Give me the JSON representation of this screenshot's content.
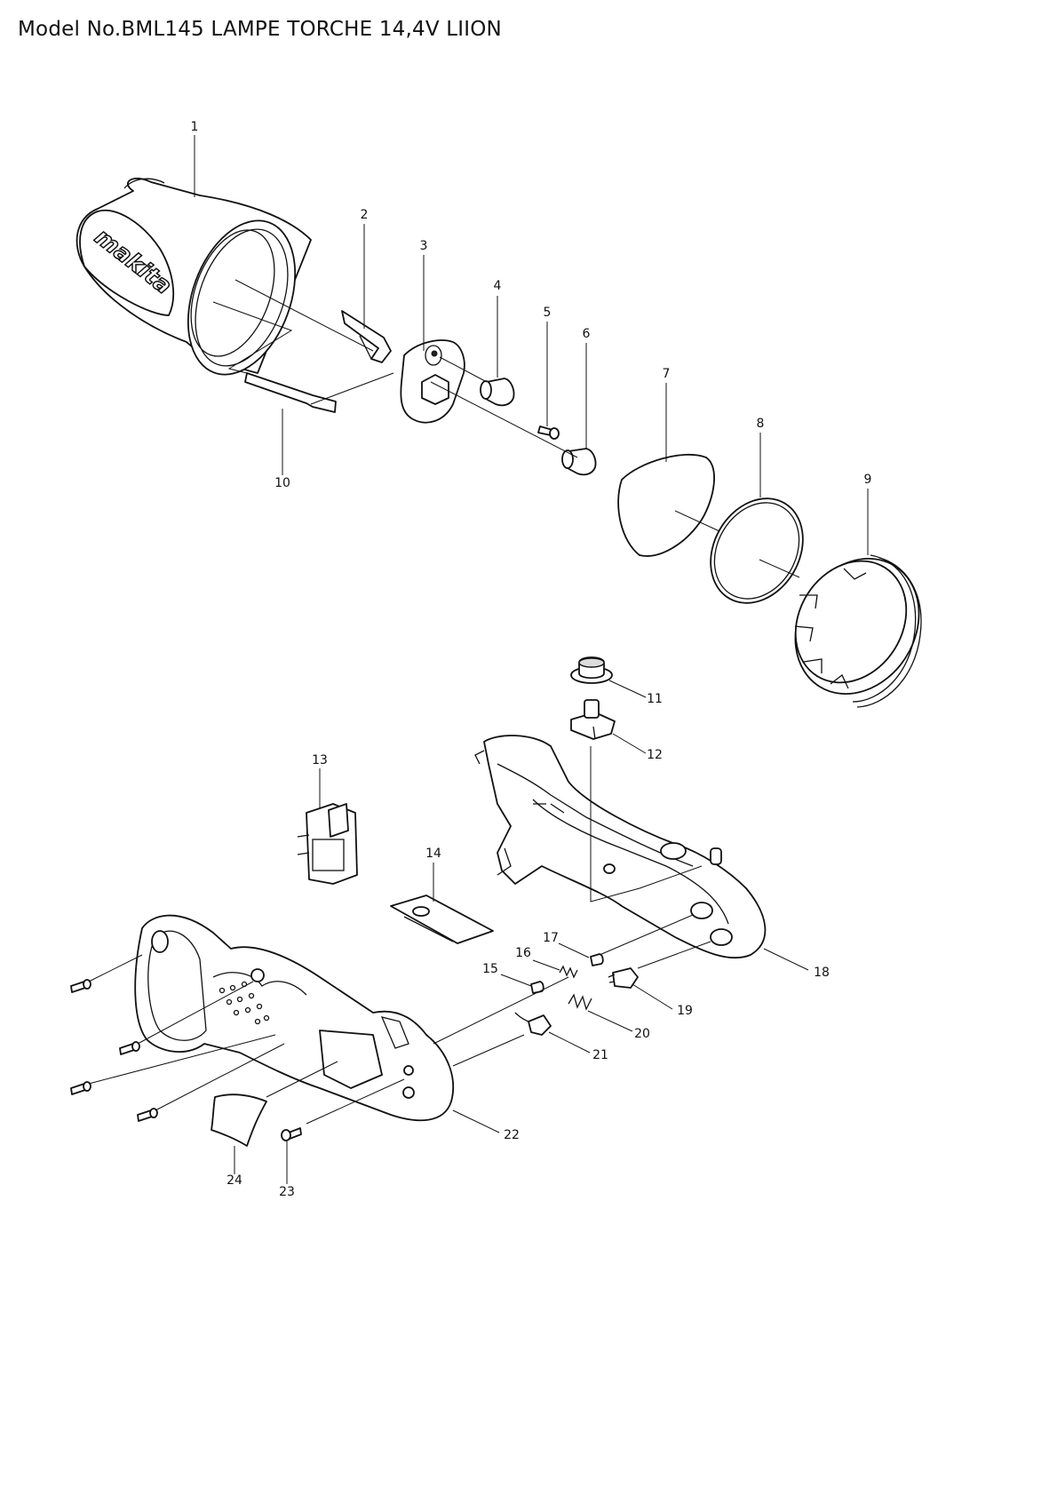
{
  "title": "Model No.BML145 LAMPE TORCHE 14,4V LIION",
  "brand_logo": "makita",
  "parts": [
    {
      "no": "1"
    },
    {
      "no": "2"
    },
    {
      "no": "3"
    },
    {
      "no": "4"
    },
    {
      "no": "5"
    },
    {
      "no": "6"
    },
    {
      "no": "7"
    },
    {
      "no": "8"
    },
    {
      "no": "9"
    },
    {
      "no": "10"
    },
    {
      "no": "11"
    },
    {
      "no": "12"
    },
    {
      "no": "13"
    },
    {
      "no": "14"
    },
    {
      "no": "15"
    },
    {
      "no": "16"
    },
    {
      "no": "17"
    },
    {
      "no": "18"
    },
    {
      "no": "19"
    },
    {
      "no": "20"
    },
    {
      "no": "21"
    },
    {
      "no": "22"
    },
    {
      "no": "23"
    },
    {
      "no": "24"
    }
  ]
}
